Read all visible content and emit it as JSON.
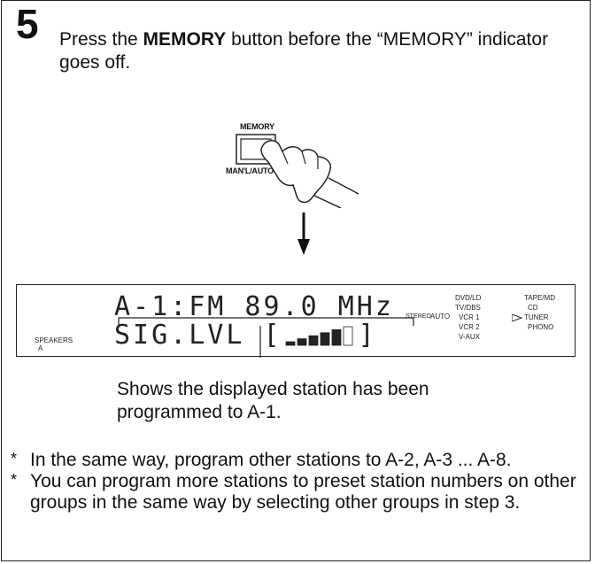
{
  "step": {
    "number": "5",
    "text_before": "Press the ",
    "text_bold": "MEMORY",
    "text_after": " button before the “MEMORY” indicator goes off."
  },
  "button_illustration": {
    "top_label": "MEMORY",
    "bottom_label": "MAN'L/AUTO"
  },
  "display": {
    "line1": "A-1:FM 89.0 MHz",
    "line2": "SIG.LVL [",
    "line2_end": "]",
    "speakers_label": "SPEAKERS",
    "speakers_value": "A",
    "stereo_label": "STEREO",
    "auto_label": "AUTO",
    "inputs_left": [
      "DVD/LD",
      "TV/DBS",
      "VCR 1",
      "VCR 2",
      "V-AUX"
    ],
    "inputs_right": [
      "TAPE/MD",
      "CD",
      "TUNER",
      "PHONO"
    ],
    "selected_input": "TUNER",
    "signal_level": 0.8
  },
  "caption": {
    "line1": "Shows the displayed station has been",
    "line2": "programmed to A-1."
  },
  "notes": [
    "In the same way, program other stations to A-2, A-3 ... A-8.",
    "You can program more stations to preset station numbers on other groups in the same way by selecting other groups in step 3."
  ],
  "note_marker": "*"
}
